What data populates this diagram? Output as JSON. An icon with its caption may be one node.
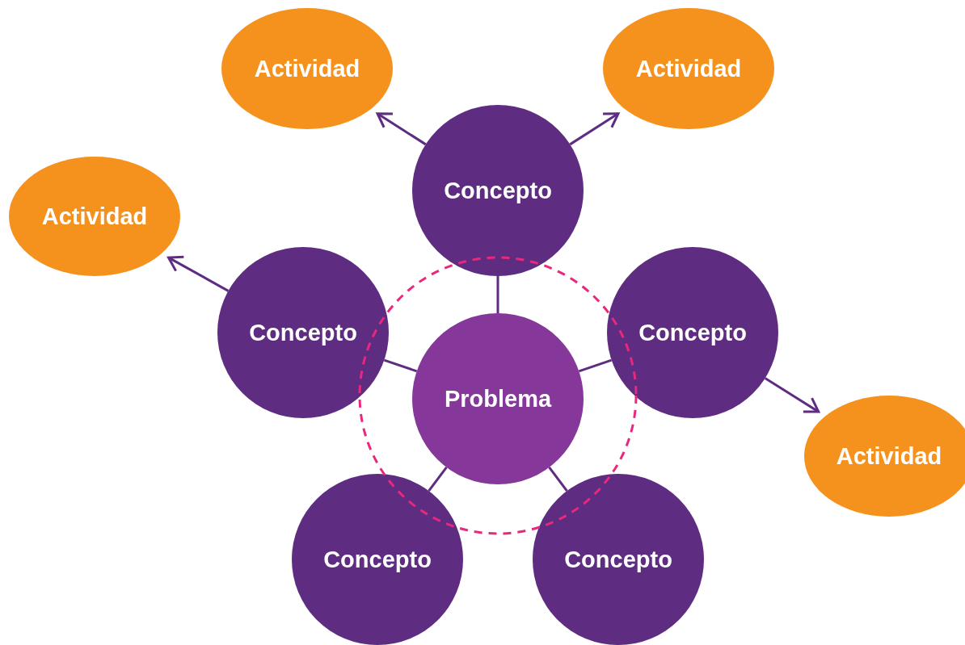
{
  "diagram": {
    "nodes": [
      {
        "text": [
          "Actividad"
        ]
      },
      {
        "text": [
          "Actividad"
        ]
      },
      {
        "text": [
          "Actividad"
        ]
      },
      {
        "text": [
          "Concepto"
        ]
      },
      {
        "text": [
          "Concepto"
        ]
      },
      {
        "text": [
          "Concepto"
        ]
      },
      {
        "text": [
          "Problema"
        ]
      },
      {
        "text": [
          "Actividad"
        ]
      },
      {
        "text": [
          "Concepto"
        ]
      },
      {
        "text": [
          "Concepto"
        ]
      }
    ],
    "edges": [
      {
        "from": 3,
        "to": 0,
        "arrow": "to"
      },
      {
        "from": 3,
        "to": 1,
        "arrow": "to"
      },
      {
        "from": 4,
        "to": 2,
        "arrow": "to"
      },
      {
        "from": 5,
        "to": 7,
        "arrow": "to"
      },
      {
        "from": 6,
        "to": 3,
        "arrow": "none"
      },
      {
        "from": 6,
        "to": 4,
        "arrow": "none"
      },
      {
        "from": 6,
        "to": 5,
        "arrow": "none"
      },
      {
        "from": 6,
        "to": 8,
        "arrow": "none"
      },
      {
        "from": 6,
        "to": 9,
        "arrow": "none"
      }
    ]
  }
}
